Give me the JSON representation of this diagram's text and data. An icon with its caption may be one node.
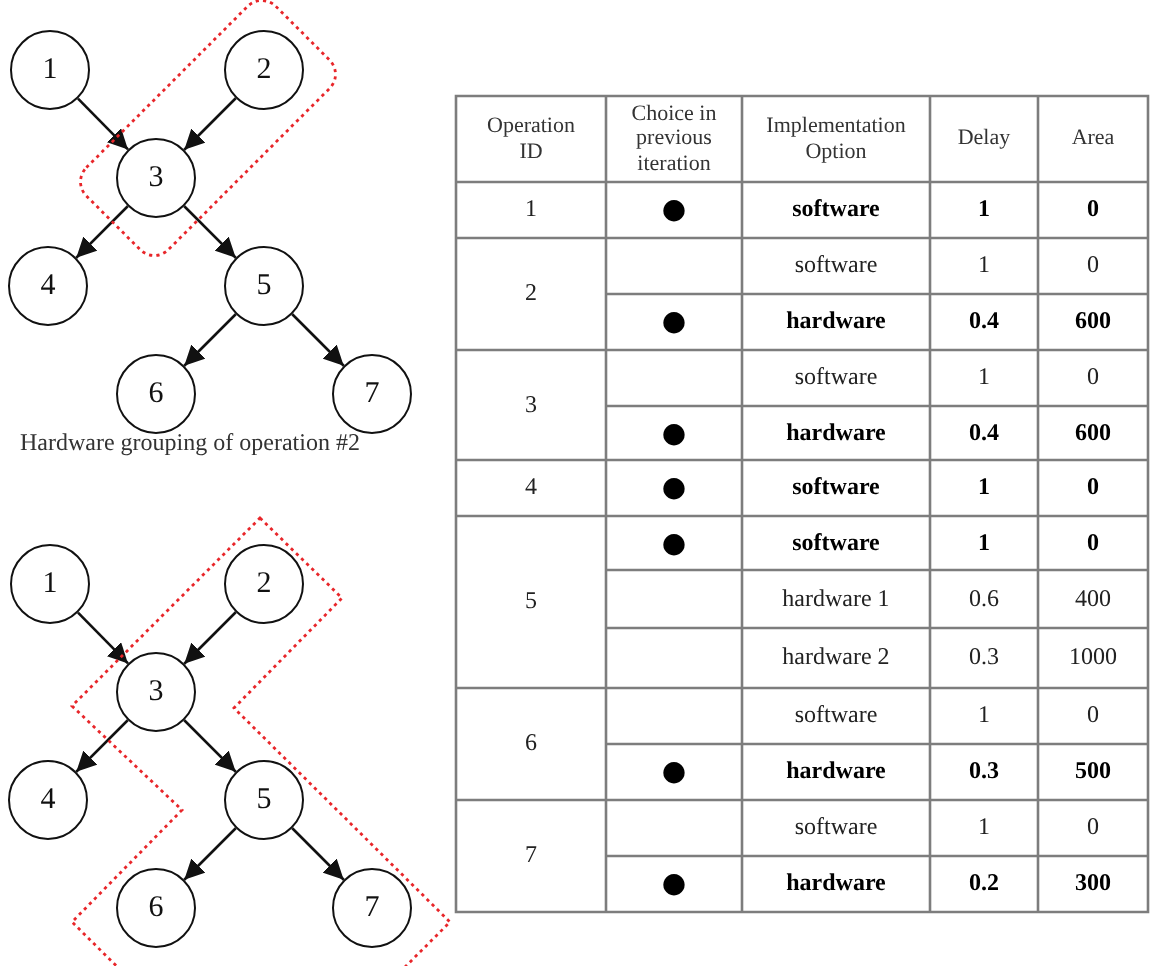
{
  "diagram": {
    "nodes": [
      {
        "text": [
          "1"
        ]
      },
      {
        "text": [],
        "shape": "box"
      },
      {
        "text": [
          "2"
        ],
        "in": 1
      },
      {
        "text": [
          "3"
        ],
        "in": 1
      },
      {
        "text": [
          "4"
        ]
      },
      {
        "text": [
          "5"
        ]
      },
      {
        "text": [
          "6"
        ]
      },
      {
        "text": [
          "7"
        ]
      },
      {
        "text": [
          "1"
        ]
      },
      {
        "text": [],
        "shape": "polygon"
      },
      {
        "text": [
          "2"
        ],
        "in": 9
      },
      {
        "text": [
          "3"
        ],
        "in": 9
      },
      {
        "text": [
          "4"
        ]
      },
      {
        "text": [
          "5"
        ],
        "in": 9
      },
      {
        "text": [
          "6"
        ],
        "in": 9
      },
      {
        "text": [
          "7"
        ],
        "in": 9
      }
    ],
    "edges": [
      {
        "from": 0,
        "to": 3,
        "arrow": "to"
      },
      {
        "from": 2,
        "to": 3,
        "arrow": "to"
      },
      {
        "from": 3,
        "to": 4,
        "arrow": "to"
      },
      {
        "from": 3,
        "to": 5,
        "arrow": "to"
      },
      {
        "from": 5,
        "to": 6,
        "arrow": "to"
      },
      {
        "from": 5,
        "to": 7,
        "arrow": "to"
      },
      {
        "from": 8,
        "to": 11,
        "arrow": "to"
      },
      {
        "from": 10,
        "to": 11,
        "arrow": "to"
      },
      {
        "from": 11,
        "to": 12,
        "arrow": "to"
      },
      {
        "from": 11,
        "to": 13,
        "arrow": "to"
      },
      {
        "from": 13,
        "to": 14,
        "arrow": "to"
      },
      {
        "from": 13,
        "to": 15,
        "arrow": "to"
      }
    ],
    "labels": [
      "Hardware grouping of operation #2",
      "Operation ID",
      "Choice in previous iteration",
      "Implementation Option",
      "Delay",
      "Area",
      "1",
      "●",
      "software",
      "1",
      "0",
      "2",
      "software",
      "1",
      "0",
      "●",
      "hardware",
      "0.4",
      "600",
      "3",
      "software",
      "1",
      "0",
      "●",
      "hardware",
      "0.4",
      "600",
      "4",
      "●",
      "software",
      "1",
      "0",
      "5",
      "●",
      "software",
      "1",
      "0",
      "hardware 1",
      "0.6",
      "400",
      "hardware 2",
      "0.3",
      "1000",
      "6",
      "software",
      "1",
      "0",
      "●",
      "hardware",
      "0.3",
      "500",
      "7",
      "software",
      "1",
      "0",
      "●",
      "hardware",
      "0.2",
      "300"
    ]
  }
}
